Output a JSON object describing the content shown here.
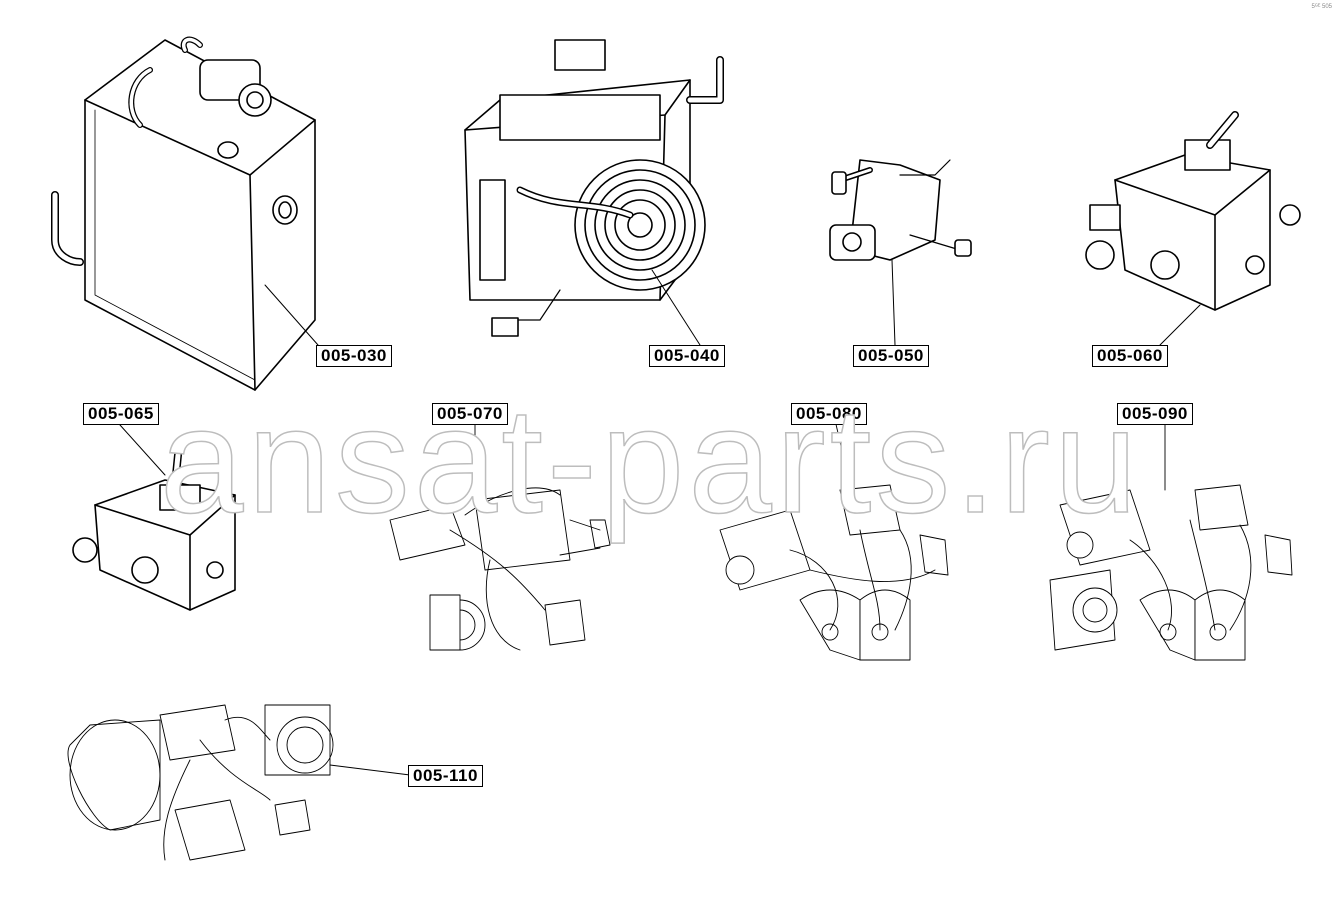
{
  "corner_text": "5ᴳᴱ 505",
  "watermark": "ansat-parts.ru",
  "labels": {
    "c030": "005-030",
    "c040": "005-040",
    "c050": "005-050",
    "c060": "005-060",
    "c065": "005-065",
    "c070": "005-070",
    "c080": "005-080",
    "c090": "005-090",
    "c110": "005-110"
  }
}
